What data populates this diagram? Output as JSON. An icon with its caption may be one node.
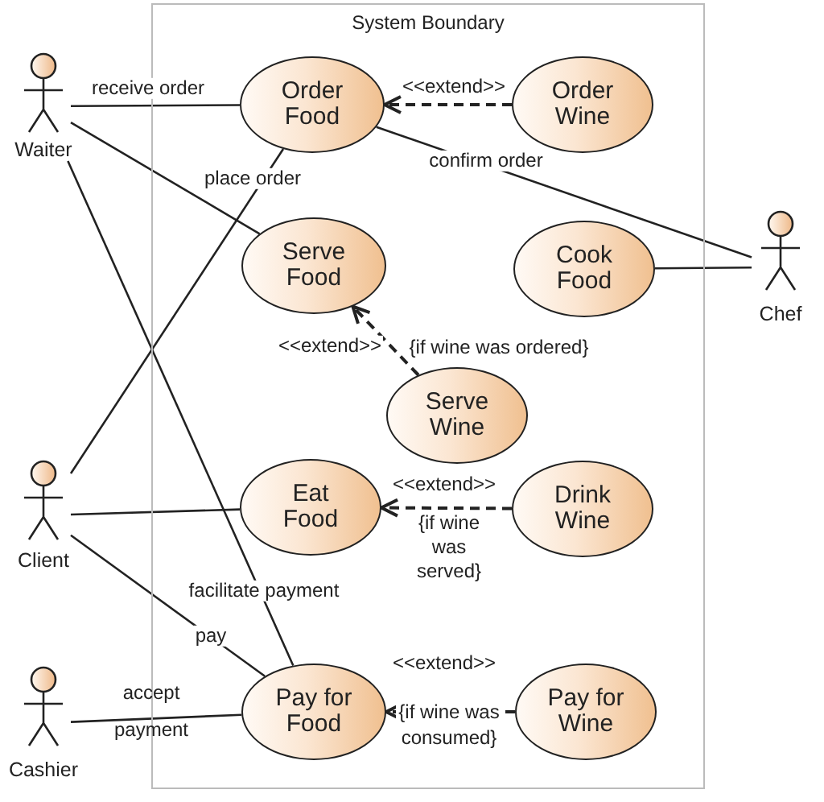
{
  "diagram": {
    "nodes": [
      {
        "text": [
          "System Boundary"
        ]
      },
      {
        "text": [
          "Order Food"
        ],
        "in": 0
      },
      {
        "text": [
          "Order Wine"
        ],
        "in": 0
      },
      {
        "text": [
          "Serve Food"
        ],
        "in": 0
      },
      {
        "text": [
          "Cook Food"
        ],
        "in": 0
      },
      {
        "text": [
          "Serve Wine"
        ],
        "in": 0
      },
      {
        "text": [
          "Eat Food"
        ],
        "in": 0
      },
      {
        "text": [
          "Drink Wine"
        ],
        "in": 0
      },
      {
        "text": [
          "Pay for Food"
        ],
        "in": 0
      },
      {
        "text": [
          "Pay for Wine"
        ],
        "in": 0
      },
      {
        "text": [
          "Waiter"
        ]
      },
      {
        "text": [
          "Chef"
        ]
      },
      {
        "text": [
          "Client"
        ]
      },
      {
        "text": [
          "Cashier"
        ]
      }
    ],
    "edges": [
      {
        "from": 10,
        "to": 1,
        "arrow": "none",
        "label": "receive order"
      },
      {
        "from": 2,
        "to": 1,
        "arrow": "to",
        "style": "dashed",
        "label": "<<extend>>"
      },
      {
        "from": 1,
        "to": 11,
        "arrow": "none",
        "label": "confirm order"
      },
      {
        "from": 10,
        "to": 3,
        "arrow": "none"
      },
      {
        "from": 12,
        "to": 1,
        "arrow": "none",
        "label": "place order"
      },
      {
        "from": 10,
        "to": 8,
        "arrow": "none",
        "label": "facilitate payment"
      },
      {
        "from": 11,
        "to": 4,
        "arrow": "none"
      },
      {
        "from": 5,
        "to": 3,
        "arrow": "to",
        "style": "dashed",
        "label": "<<extend>>"
      },
      {
        "from": 12,
        "to": 6,
        "arrow": "none"
      },
      {
        "from": 7,
        "to": 6,
        "arrow": "to",
        "style": "dashed",
        "label": "<<extend>>"
      },
      {
        "from": 12,
        "to": 8,
        "arrow": "none",
        "label": "pay"
      },
      {
        "from": 13,
        "to": 8,
        "arrow": "none",
        "label": "accept payment"
      },
      {
        "from": 9,
        "to": 8,
        "arrow": "to",
        "style": "dashed",
        "label": "<<extend>>"
      }
    ],
    "labels": [
      "{if wine was ordered}",
      "{if wine was served}",
      "{if wine was consumed}"
    ]
  }
}
